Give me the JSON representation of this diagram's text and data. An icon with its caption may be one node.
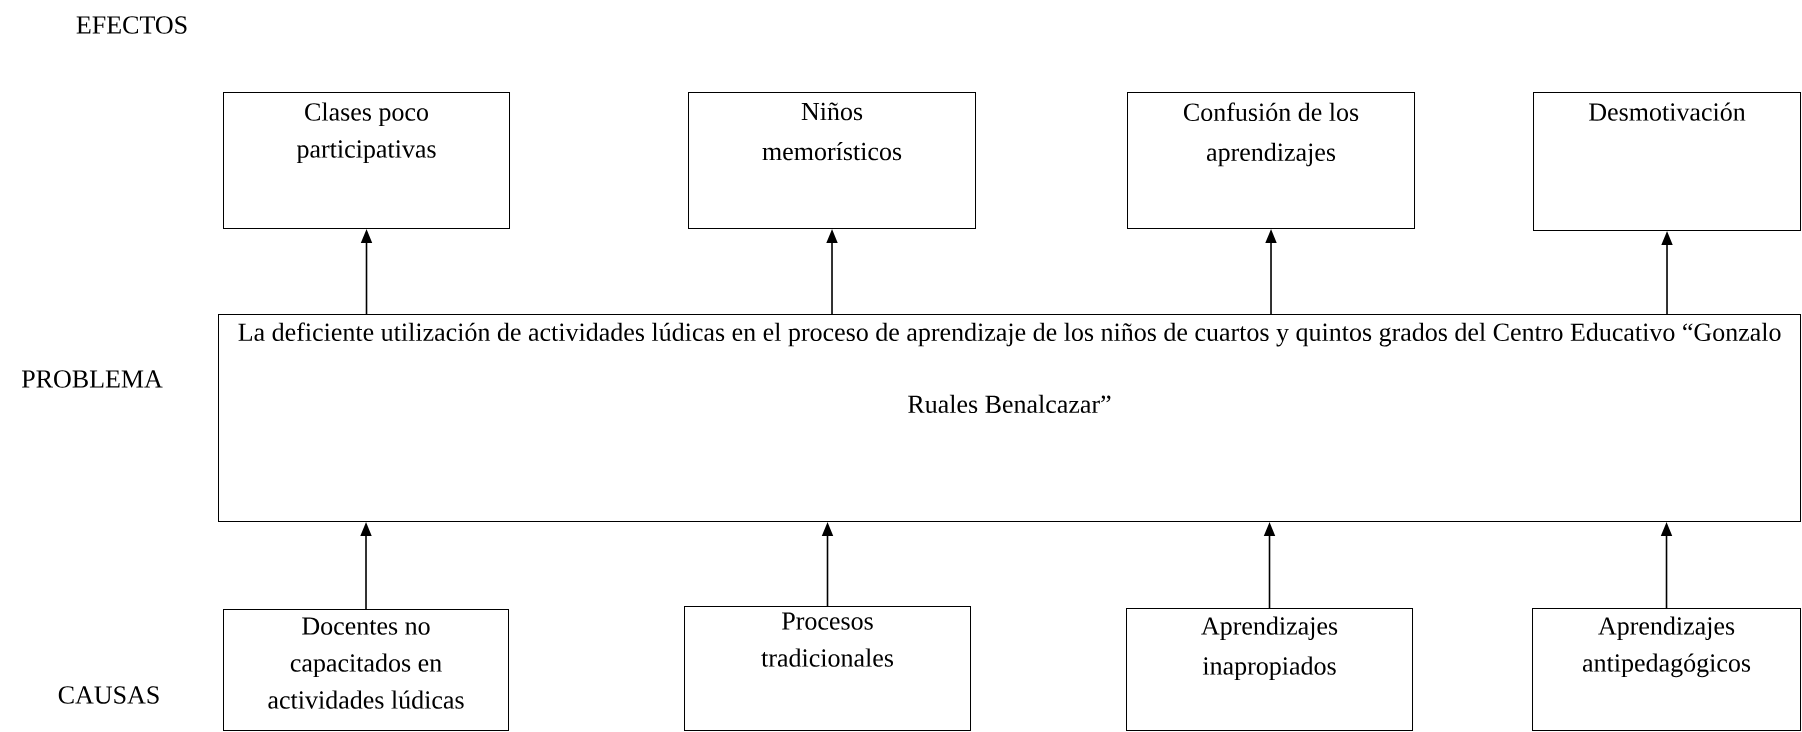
{
  "diagram": {
    "nodes": [
      {
        "text": [
          "Clases poco participativas"
        ]
      },
      {
        "text": [
          "Niños memorísticos"
        ]
      },
      {
        "text": [
          "Confusión de los aprendizajes"
        ]
      },
      {
        "text": [
          "Desmotivación"
        ]
      },
      {
        "text": [
          "La deficiente utilización de actividades lúdicas en el proceso de aprendizaje de los niños de cuartos y quintos grados del Centro Educativo “Gonzalo Ruales Benalcazar”"
        ]
      },
      {
        "text": [
          "Docentes no capacitados en actividades lúdicas"
        ]
      },
      {
        "text": [
          "Procesos tradicionales"
        ]
      },
      {
        "text": [
          "Aprendizajes inapropiados"
        ]
      },
      {
        "text": [
          "Aprendizajes antipedagógicos"
        ]
      }
    ],
    "edges": [
      {
        "from": 4,
        "to": 0,
        "arrow": "to"
      },
      {
        "from": 4,
        "to": 1,
        "arrow": "to"
      },
      {
        "from": 4,
        "to": 2,
        "arrow": "to"
      },
      {
        "from": 4,
        "to": 3,
        "arrow": "to"
      },
      {
        "from": 5,
        "to": 4,
        "arrow": "to"
      },
      {
        "from": 6,
        "to": 4,
        "arrow": "to"
      },
      {
        "from": 7,
        "to": 4,
        "arrow": "to"
      },
      {
        "from": 8,
        "to": 4,
        "arrow": "to"
      }
    ],
    "labels": [
      "EFECTOS",
      "PROBLEMA",
      "CAUSAS"
    ]
  }
}
